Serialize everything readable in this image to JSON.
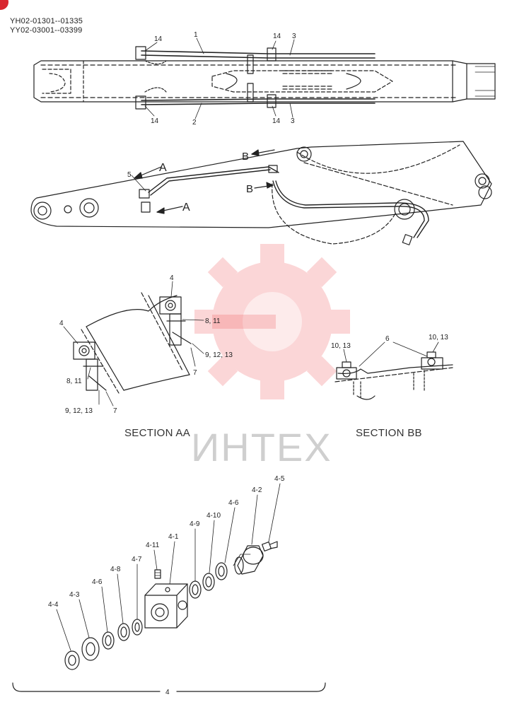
{
  "header": {
    "serial_1": "YH02-01301--01335",
    "serial_2": "YY02-03001--03399"
  },
  "sections": {
    "aa": "SECTION AA",
    "bb": "SECTION BB"
  },
  "watermark": {
    "text": "ИНТЕХ",
    "color": "#ef4a4f"
  },
  "top_view_callouts": {
    "c14_tl": "14",
    "c1": "1",
    "c14_tr": "14",
    "c3_t": "3",
    "c14_bl": "14",
    "c2": "2",
    "c14_br": "14",
    "c3_b": "3"
  },
  "side_view_callouts": {
    "c5": "5",
    "arrow_a_top": "A",
    "arrow_a_bottom": "A",
    "arrow_b_top": "B",
    "arrow_b_bottom": "B"
  },
  "section_aa_callouts": {
    "c4_top": "4",
    "c8_11_right": "8, 11",
    "c9_12_13_right": "9, 12, 13",
    "c7_right": "7",
    "c4_left": "4",
    "c8_11_left": "8, 11",
    "c9_12_13_left": "9, 12, 13",
    "c7_left": "7"
  },
  "section_bb_callouts": {
    "c10_13_left": "10, 13",
    "c6": "6",
    "c10_13_right": "10, 13"
  },
  "exploded_callouts": {
    "c4_5": "4-5",
    "c4_2": "4-2",
    "c4_6_top": "4-6",
    "c4_10": "4-10",
    "c4_9": "4-9",
    "c4_1": "4-1",
    "c4_11": "4-11",
    "c4_7": "4-7",
    "c4_8": "4-8",
    "c4_6_bottom": "4-6",
    "c4_3": "4-3",
    "c4_4": "4-4"
  },
  "footer": {
    "group_label": "4"
  }
}
